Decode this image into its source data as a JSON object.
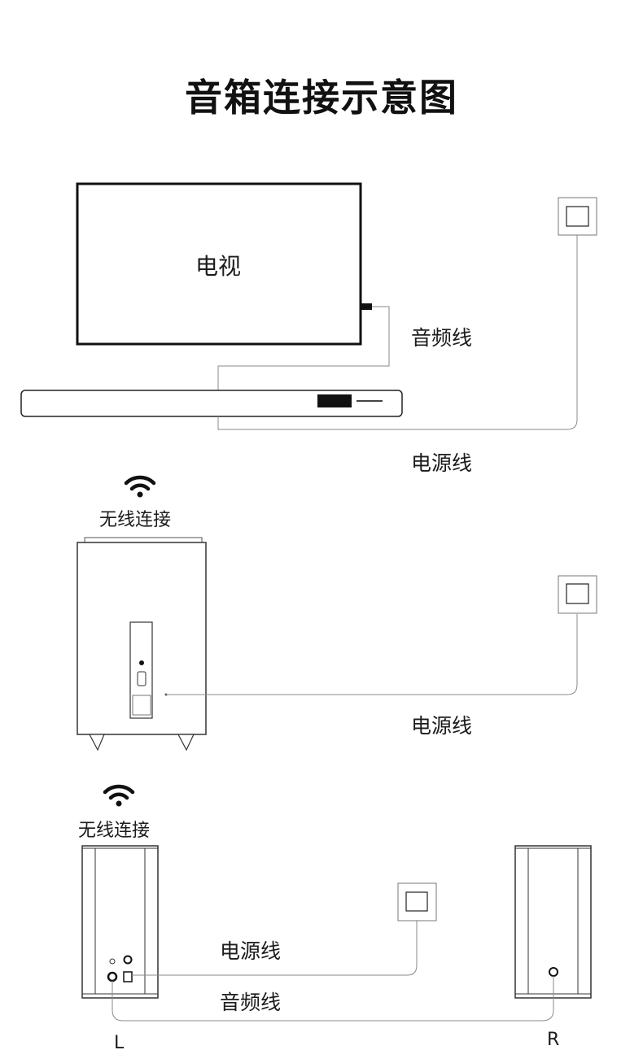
{
  "title": "音箱连接示意图",
  "section1": {
    "tv_label": "电视",
    "audio_cable": "音频线",
    "power_cable": "电源线"
  },
  "section2": {
    "wireless": "无线连接",
    "power_cable": "电源线"
  },
  "section3": {
    "wireless": "无线连接",
    "power_cable": "电源线",
    "audio_cable": "音频线",
    "left": "L",
    "right": "R"
  },
  "icons": [
    "wifi-icon",
    "power-outlet-icon"
  ]
}
